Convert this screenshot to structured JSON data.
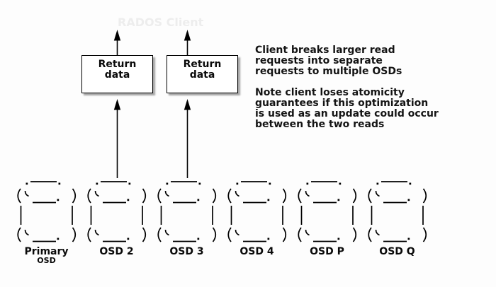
{
  "watermark": "RADOS Client",
  "return_boxes": [
    {
      "label": "Return\ndata"
    },
    {
      "label": "Return\ndata"
    }
  ],
  "notes": [
    {
      "text": "Client breaks larger read\nrequests into separate\nrequests to multiple OSDs"
    },
    {
      "text": "Note client loses atomicity\nguarantees if this optimization\nis used as an update could occur\nbetween the two reads"
    }
  ],
  "osds": [
    {
      "label": "Primary",
      "sublabel": "OSD"
    },
    {
      "label": "OSD 2"
    },
    {
      "label": "OSD 3"
    },
    {
      "label": "OSD 4"
    },
    {
      "label": "OSD P"
    },
    {
      "label": "OSD Q"
    }
  ],
  "colors": {
    "ink": "#000000",
    "background": "#fdfdfd",
    "watermark_text": "#ededed",
    "box_shadow": "rgba(0,0,0,0.35)"
  }
}
